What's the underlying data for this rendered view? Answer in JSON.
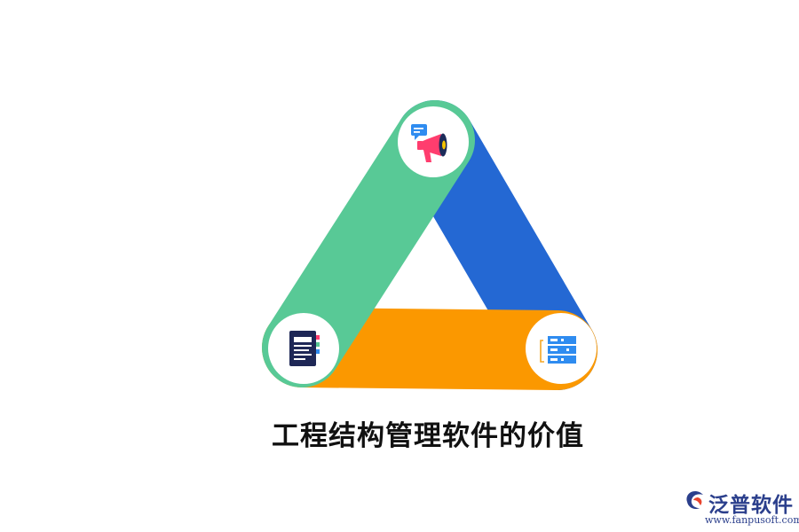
{
  "title": "工程结构管理软件的价值",
  "colors": {
    "green": "#58c996",
    "blue": "#2468d3",
    "orange": "#fb9800",
    "white": "#ffffff",
    "logo": "#2b3f8c"
  },
  "nodes": [
    {
      "id": "top",
      "icon": "megaphone-with-chat-bubble-icon"
    },
    {
      "id": "bottom-left",
      "icon": "document-icon"
    },
    {
      "id": "bottom-right",
      "icon": "server-storage-icon"
    }
  ],
  "brand": {
    "name": "泛普软件",
    "url": "www.fanpusoft.com"
  }
}
